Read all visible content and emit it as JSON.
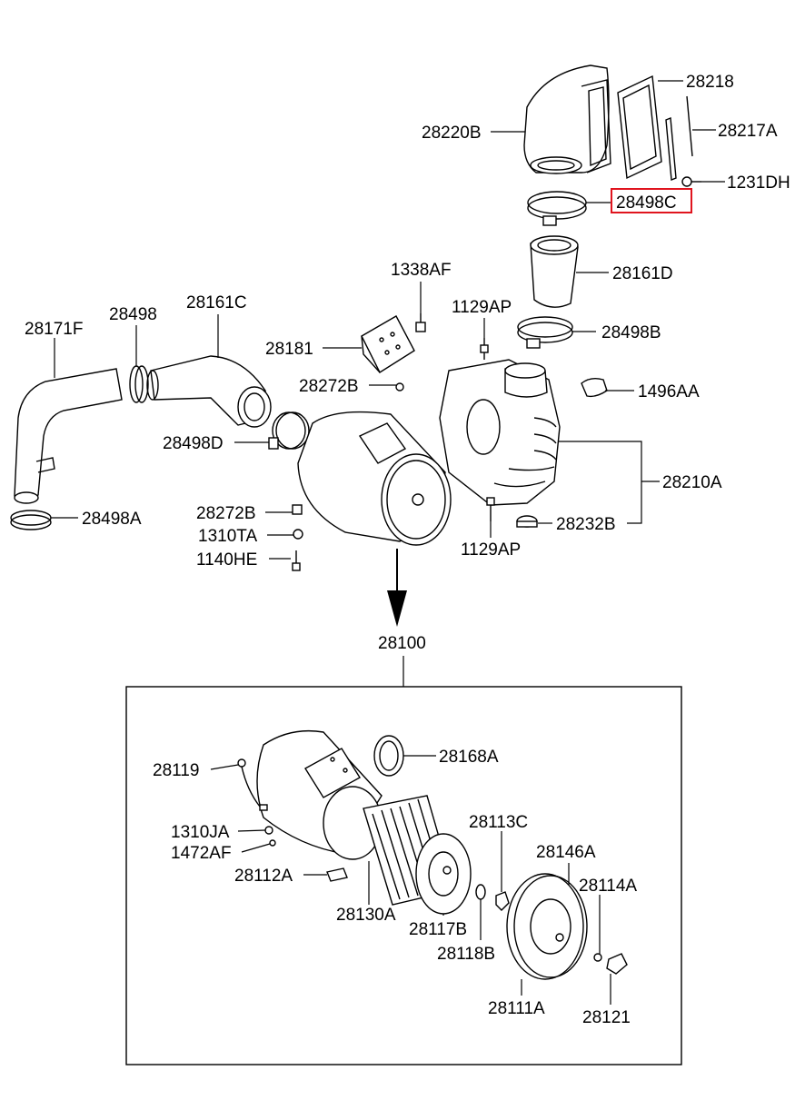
{
  "assembly_label": "28100",
  "highlighted_part": "28498C",
  "labels": {
    "p28220B": "28220B",
    "p28218": "28218",
    "p28217A": "28217A",
    "p1231DH": "1231DH",
    "p28498C": "28498C",
    "p28161D": "28161D",
    "p1338AF": "1338AF",
    "p1129AP_top": "1129AP",
    "p28498B": "28498B",
    "p28171F": "28171F",
    "p28498": "28498",
    "p28161C": "28161C",
    "p28181": "28181",
    "p28272B_top": "28272B",
    "p1496AA": "1496AA",
    "p28498D": "28498D",
    "p28210A": "28210A",
    "p28272B_bot": "28272B",
    "p28232B": "28232B",
    "p1310TA": "1310TA",
    "p28498A": "28498A",
    "p1140HE": "1140HE",
    "p1129AP_bot": "1129AP",
    "p28100": "28100",
    "p28168A": "28168A",
    "p28119": "28119",
    "p28113C": "28113C",
    "p1310JA": "1310JA",
    "p28146A": "28146A",
    "p1472AF": "1472AF",
    "p28114A": "28114A",
    "p28112A": "28112A",
    "p28130A": "28130A",
    "p28117B": "28117B",
    "p28118B": "28118B",
    "p28111A": "28111A",
    "p28121": "28121"
  }
}
